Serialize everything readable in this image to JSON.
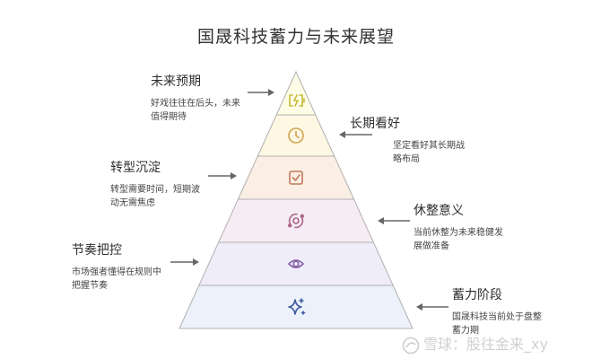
{
  "title": "国晟科技蓄力与未来展望",
  "colors": {
    "outline": "#b0b0b0",
    "arrow": "#666666",
    "tiers": [
      "#fdfde6",
      "#fdf7e3",
      "#fbeee4",
      "#f6ecf4",
      "#efedf9",
      "#ecf1fb"
    ],
    "icons": [
      "#c7b93a",
      "#d2a44e",
      "#bf7a58",
      "#ab6589",
      "#8561a8",
      "#3f5aa0"
    ]
  },
  "tiers": [
    {
      "heading": "未来预期",
      "description": [
        "好戏往往在后头，未来",
        "值得期待"
      ],
      "icon": "battery-charging-icon",
      "side": "left"
    },
    {
      "heading": "长期看好",
      "description": [
        "坚定看好其长期战",
        "略布局"
      ],
      "icon": "clock-icon",
      "side": "right"
    },
    {
      "heading": "转型沉淀",
      "description": [
        "转型需要时间，短期波",
        "动无需焦虑"
      ],
      "icon": "checkbox-icon",
      "side": "left"
    },
    {
      "heading": "休整意义",
      "description": [
        "当前休整为未来稳健发",
        "展做准备"
      ],
      "icon": "orbit-icon",
      "side": "right"
    },
    {
      "heading": "节奏把控",
      "description": [
        "市场强者懂得在规则中",
        "把握节奏"
      ],
      "icon": "eye-icon",
      "side": "left"
    },
    {
      "heading": "蓄力阶段",
      "description": [
        "国晟科技当前处于盘整",
        "蓄力期"
      ],
      "icon": "sparkle-icon",
      "side": "right"
    }
  ],
  "watermark": "雪球：股往金来_xy"
}
